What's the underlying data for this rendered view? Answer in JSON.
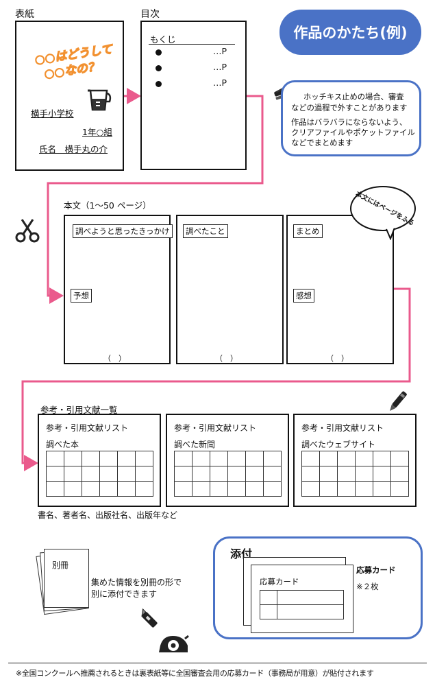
{
  "title_badge": "作品のかたち(例)",
  "cover": {
    "label": "表紙",
    "title_line1": "○○はどうして",
    "title_line2": "○○なの？",
    "school": "横手小学校",
    "grade": "1年○組",
    "name": "氏名　横手丸の介"
  },
  "toc": {
    "label": "目次",
    "heading": "もくじ",
    "entries": [
      "…P",
      "…P",
      "…P"
    ]
  },
  "staple_note": {
    "line1": "ホッチキス止めの場合、審査",
    "line2": "などの過程で外すことがあります",
    "line3": "作品はバラバラにならないよう、",
    "line4": "クリアファイルやポケットファイル",
    "line5": "などでまとめます"
  },
  "body_section": {
    "label": "本文（1～50 ページ）",
    "bubble": "本文にはページをふる",
    "page1": {
      "tag1": "調べようと思ったきっかけ",
      "tag2": "予想",
      "paren": "（　）"
    },
    "page2": {
      "tag1": "調べたこと",
      "paren": "（　）"
    },
    "page3": {
      "tag1": "まとめ",
      "tag2": "感想",
      "paren": "（　）"
    }
  },
  "refs": {
    "label": "参考・引用文献一覧",
    "boxes": [
      {
        "title": "参考・引用文献リスト",
        "sub": "調べた本"
      },
      {
        "title": "参考・引用文献リスト",
        "sub": "調べた新聞"
      },
      {
        "title": "参考・引用文献リスト",
        "sub": "調べたウェブサイト"
      }
    ],
    "footnote": "書名、著者名、出版社名、出版年など"
  },
  "bessatsu": {
    "label": "別冊",
    "line1": "集めた情報を別冊の形で",
    "line2": "別に添付できます"
  },
  "attachment": {
    "title": "添付",
    "card_label": "応募カード",
    "side_title": "応募カード",
    "side_count": "※２枚"
  },
  "footer": "※全国コンクールへ推薦されるときは裏表紙等に全国審査会用の応募カード（事務局が用意）が貼付されます",
  "colors": {
    "accent_pink": "#ea5a8c",
    "accent_blue": "#4a72c6",
    "cover_orange": "#f29130"
  },
  "icons": [
    "measuring-cup-icon",
    "stapler-icon",
    "scissors-icon",
    "pen-icon",
    "cutter-knife-icon",
    "tape-dispenser-icon"
  ]
}
